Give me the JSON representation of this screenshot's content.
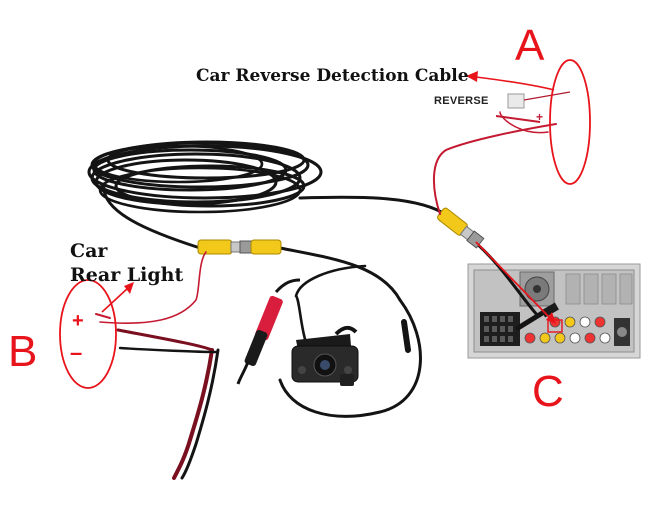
{
  "labels": {
    "reverse_detection_cable": "Car Reverse Detection Cable",
    "reverse_tag": "REVERSE",
    "car": "Car",
    "rear_light": "Rear Light",
    "point_a": "A",
    "point_b": "B",
    "point_c": "C",
    "plus": "+",
    "minus": "–"
  },
  "colors": {
    "annotation_red": "#e8141b",
    "power_wire_red": "#c41a32",
    "cable_black": "#141414",
    "rca_yellow": "#f2c81a",
    "head_unit_gray": "#c9c9c9"
  },
  "icons": [
    "camera-icon",
    "head-unit-icon",
    "rca-connector-icon",
    "power-plug-icon",
    "arrow-icon"
  ]
}
